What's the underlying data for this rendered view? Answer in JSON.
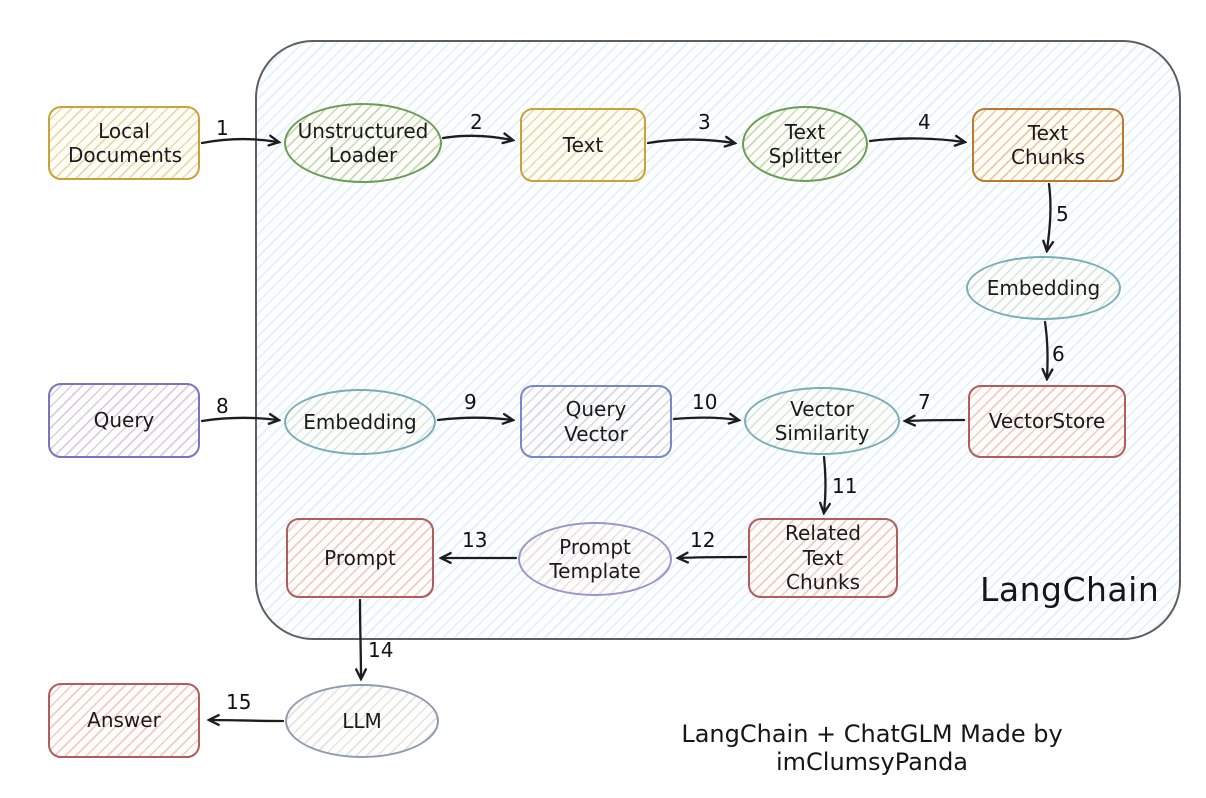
{
  "diagram": {
    "container_label": "LangChain",
    "caption": "LangChain + ChatGLM Made by imClumsyPanda"
  },
  "nodes": {
    "local_documents": "Local Documents",
    "unstructured_loader": "Unstructured Loader",
    "text": "Text",
    "text_splitter": "Text Splitter",
    "text_chunks": "Text Chunks",
    "embedding_docs": "Embedding",
    "vectorstore": "VectorStore",
    "query": "Query",
    "embedding_query": "Embedding",
    "query_vector": "Query Vector",
    "vector_similarity": "Vector Similarity",
    "related_text_chunks": "Related Text Chunks",
    "prompt_template": "Prompt Template",
    "prompt": "Prompt",
    "llm": "LLM",
    "answer": "Answer"
  },
  "edges": {
    "e1": {
      "label": "1",
      "from": "local_documents",
      "to": "unstructured_loader"
    },
    "e2": {
      "label": "2",
      "from": "unstructured_loader",
      "to": "text"
    },
    "e3": {
      "label": "3",
      "from": "text",
      "to": "text_splitter"
    },
    "e4": {
      "label": "4",
      "from": "text_splitter",
      "to": "text_chunks"
    },
    "e5": {
      "label": "5",
      "from": "text_chunks",
      "to": "embedding_docs"
    },
    "e6": {
      "label": "6",
      "from": "embedding_docs",
      "to": "vectorstore"
    },
    "e7": {
      "label": "7",
      "from": "vectorstore",
      "to": "vector_similarity"
    },
    "e8": {
      "label": "8",
      "from": "query",
      "to": "embedding_query"
    },
    "e9": {
      "label": "9",
      "from": "embedding_query",
      "to": "query_vector"
    },
    "e10": {
      "label": "10",
      "from": "query_vector",
      "to": "vector_similarity"
    },
    "e11": {
      "label": "11",
      "from": "vector_similarity",
      "to": "related_text_chunks"
    },
    "e12": {
      "label": "12",
      "from": "related_text_chunks",
      "to": "prompt_template"
    },
    "e13": {
      "label": "13",
      "from": "prompt_template",
      "to": "prompt"
    },
    "e14": {
      "label": "14",
      "from": "prompt",
      "to": "llm"
    },
    "e15": {
      "label": "15",
      "from": "llm",
      "to": "answer"
    }
  },
  "colors": {
    "yellow": "#c9a23a",
    "green": "#6a9e55",
    "orange": "#bd7a2e",
    "teal": "#79aeb8",
    "red": "#b25c5c",
    "purple": "#7d72c2",
    "blue": "#7787ca",
    "lavender": "#9b94c9",
    "grayblue": "#8f9bb0",
    "container_stroke": "#5e5e5e",
    "container_fill": "#e9f3fa",
    "arrow": "#1d1d1d"
  }
}
